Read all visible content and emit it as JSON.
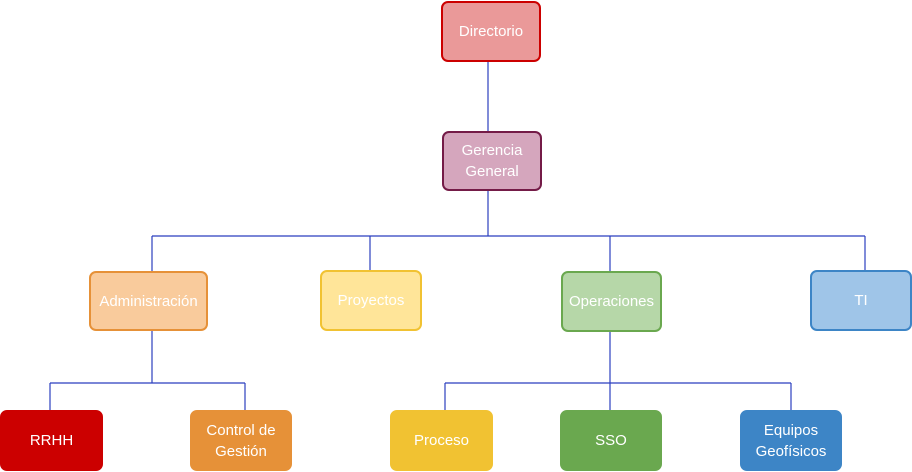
{
  "org_chart": {
    "nodes": {
      "directorio": {
        "label": "Directorio",
        "fill": "#ea9999",
        "border": "#cc0000"
      },
      "gerencia_general": {
        "label": "Gerencia\nGeneral",
        "fill": "#d5a6bd",
        "border": "#741b47"
      },
      "administracion": {
        "label": "Administración",
        "fill": "#f9cb9c",
        "border": "#e69138"
      },
      "proyectos": {
        "label": "Proyectos",
        "fill": "#ffe599",
        "border": "#f1c232"
      },
      "operaciones": {
        "label": "Operaciones",
        "fill": "#b6d7a8",
        "border": "#6aa84f"
      },
      "ti": {
        "label": "TI",
        "fill": "#9fc5e8",
        "border": "#3d85c6"
      },
      "rrhh": {
        "label": "RRHH",
        "fill": "#cc0000",
        "border": "#cc0000"
      },
      "control_de_gestion": {
        "label": "Control de\nGestión",
        "fill": "#e69138",
        "border": "#e69138"
      },
      "proceso": {
        "label": "Proceso",
        "fill": "#f1c232",
        "border": "#f1c232"
      },
      "sso": {
        "label": "SSO",
        "fill": "#6aa84f",
        "border": "#6aa84f"
      },
      "equipos_geofisicos": {
        "label": "Equipos\nGeofísicos",
        "fill": "#3d85c6",
        "border": "#3d85c6"
      }
    },
    "edges": [
      [
        "directorio",
        "gerencia_general"
      ],
      [
        "gerencia_general",
        "administracion"
      ],
      [
        "gerencia_general",
        "proyectos"
      ],
      [
        "gerencia_general",
        "operaciones"
      ],
      [
        "gerencia_general",
        "ti"
      ],
      [
        "administracion",
        "rrhh"
      ],
      [
        "administracion",
        "control_de_gestion"
      ],
      [
        "operaciones",
        "proceso"
      ],
      [
        "operaciones",
        "sso"
      ],
      [
        "operaciones",
        "equipos_geofisicos"
      ]
    ],
    "connector_color": "#2b3fbf",
    "text_color": "#ffffff"
  }
}
